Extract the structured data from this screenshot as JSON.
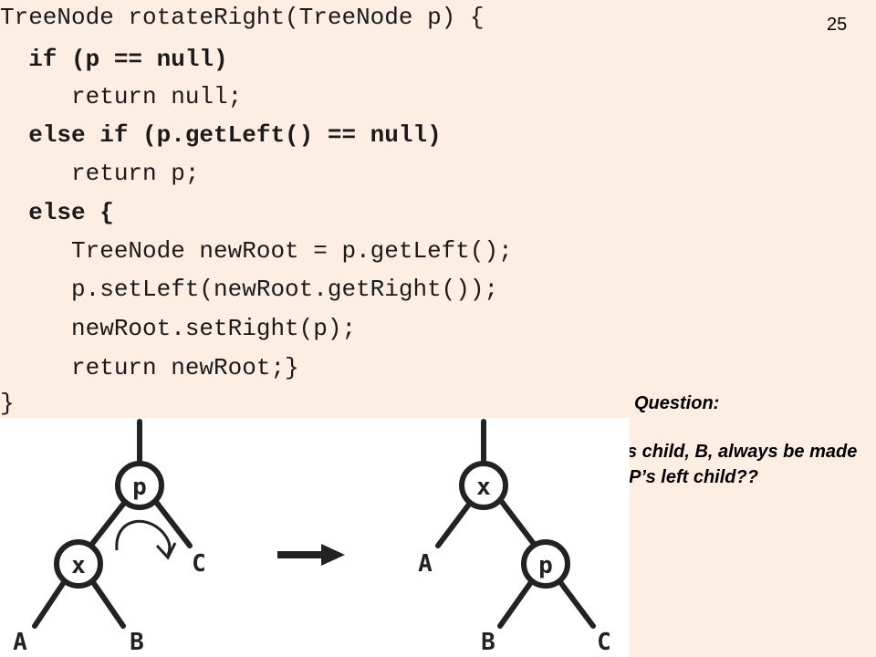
{
  "code": {
    "lines": [
      "TreeNode rotateRight(TreeNode p) {",
      "  if (p == null)",
      "     return null;",
      "  else if (p.getLeft() == null)",
      "     return p;",
      "  else {",
      "     TreeNode newRoot = p.getLeft();",
      "     p.setLeft(newRoot.getRight());",
      "     newRoot.setRight(p);",
      "     return newRoot;}",
      "}"
    ],
    "bold_lines": [
      1,
      3,
      5
    ]
  },
  "slide_number": "25",
  "question": {
    "heading": "Question:",
    "body": "Why can X’s child, B, always be made P’s left child??"
  },
  "diagram": {
    "before": {
      "root": "p",
      "left_child": "x",
      "right_child": "C",
      "x_left": "A",
      "x_right": "B"
    },
    "after": {
      "root": "x",
      "left_child": "A",
      "right_child": "p",
      "p_left": "B",
      "p_right": "C"
    }
  },
  "colors": {
    "background": "#fdeee4",
    "diagram_background": "#ffffff",
    "text": "#1a1a1a"
  }
}
